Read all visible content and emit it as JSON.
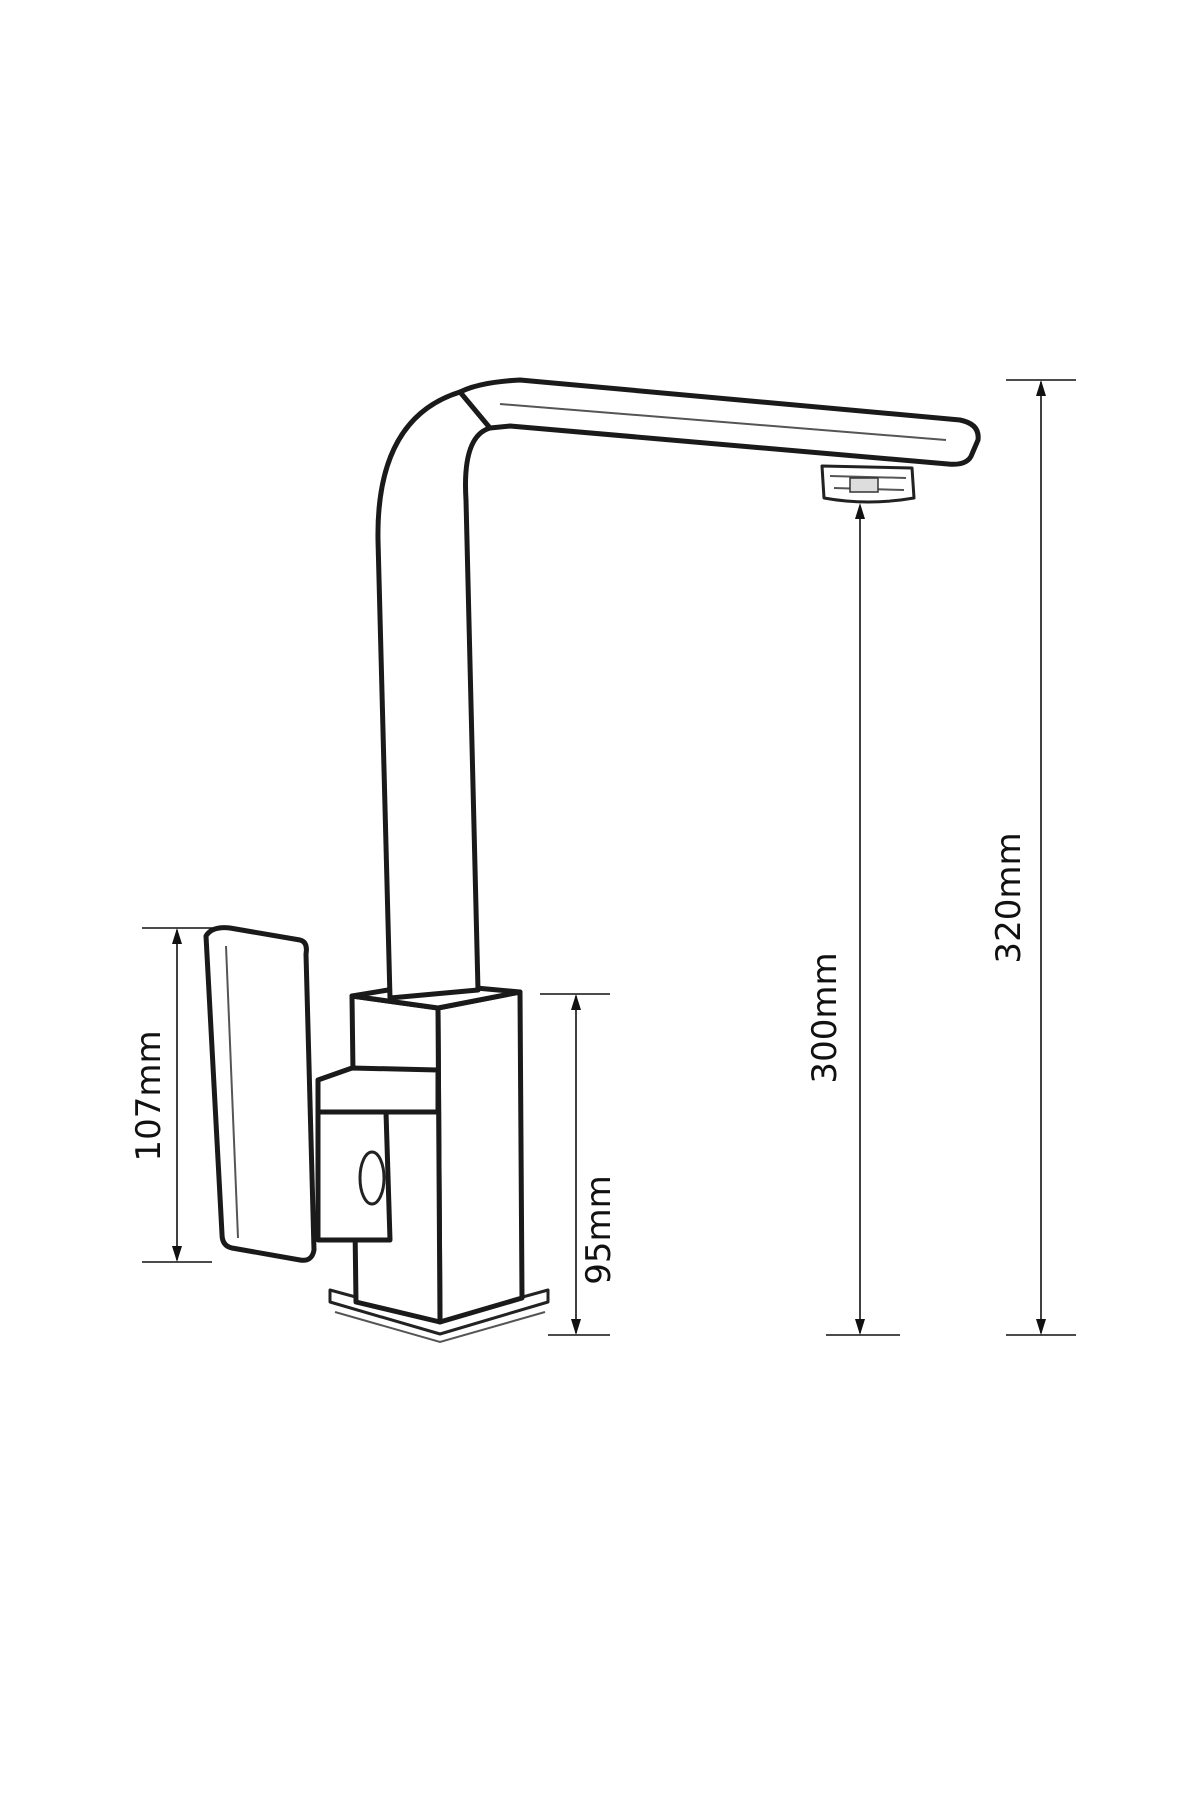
{
  "dimensions": {
    "handle_height": "107mm",
    "body_height": "95mm",
    "spout_height": "300mm",
    "total_height": "320mm"
  }
}
